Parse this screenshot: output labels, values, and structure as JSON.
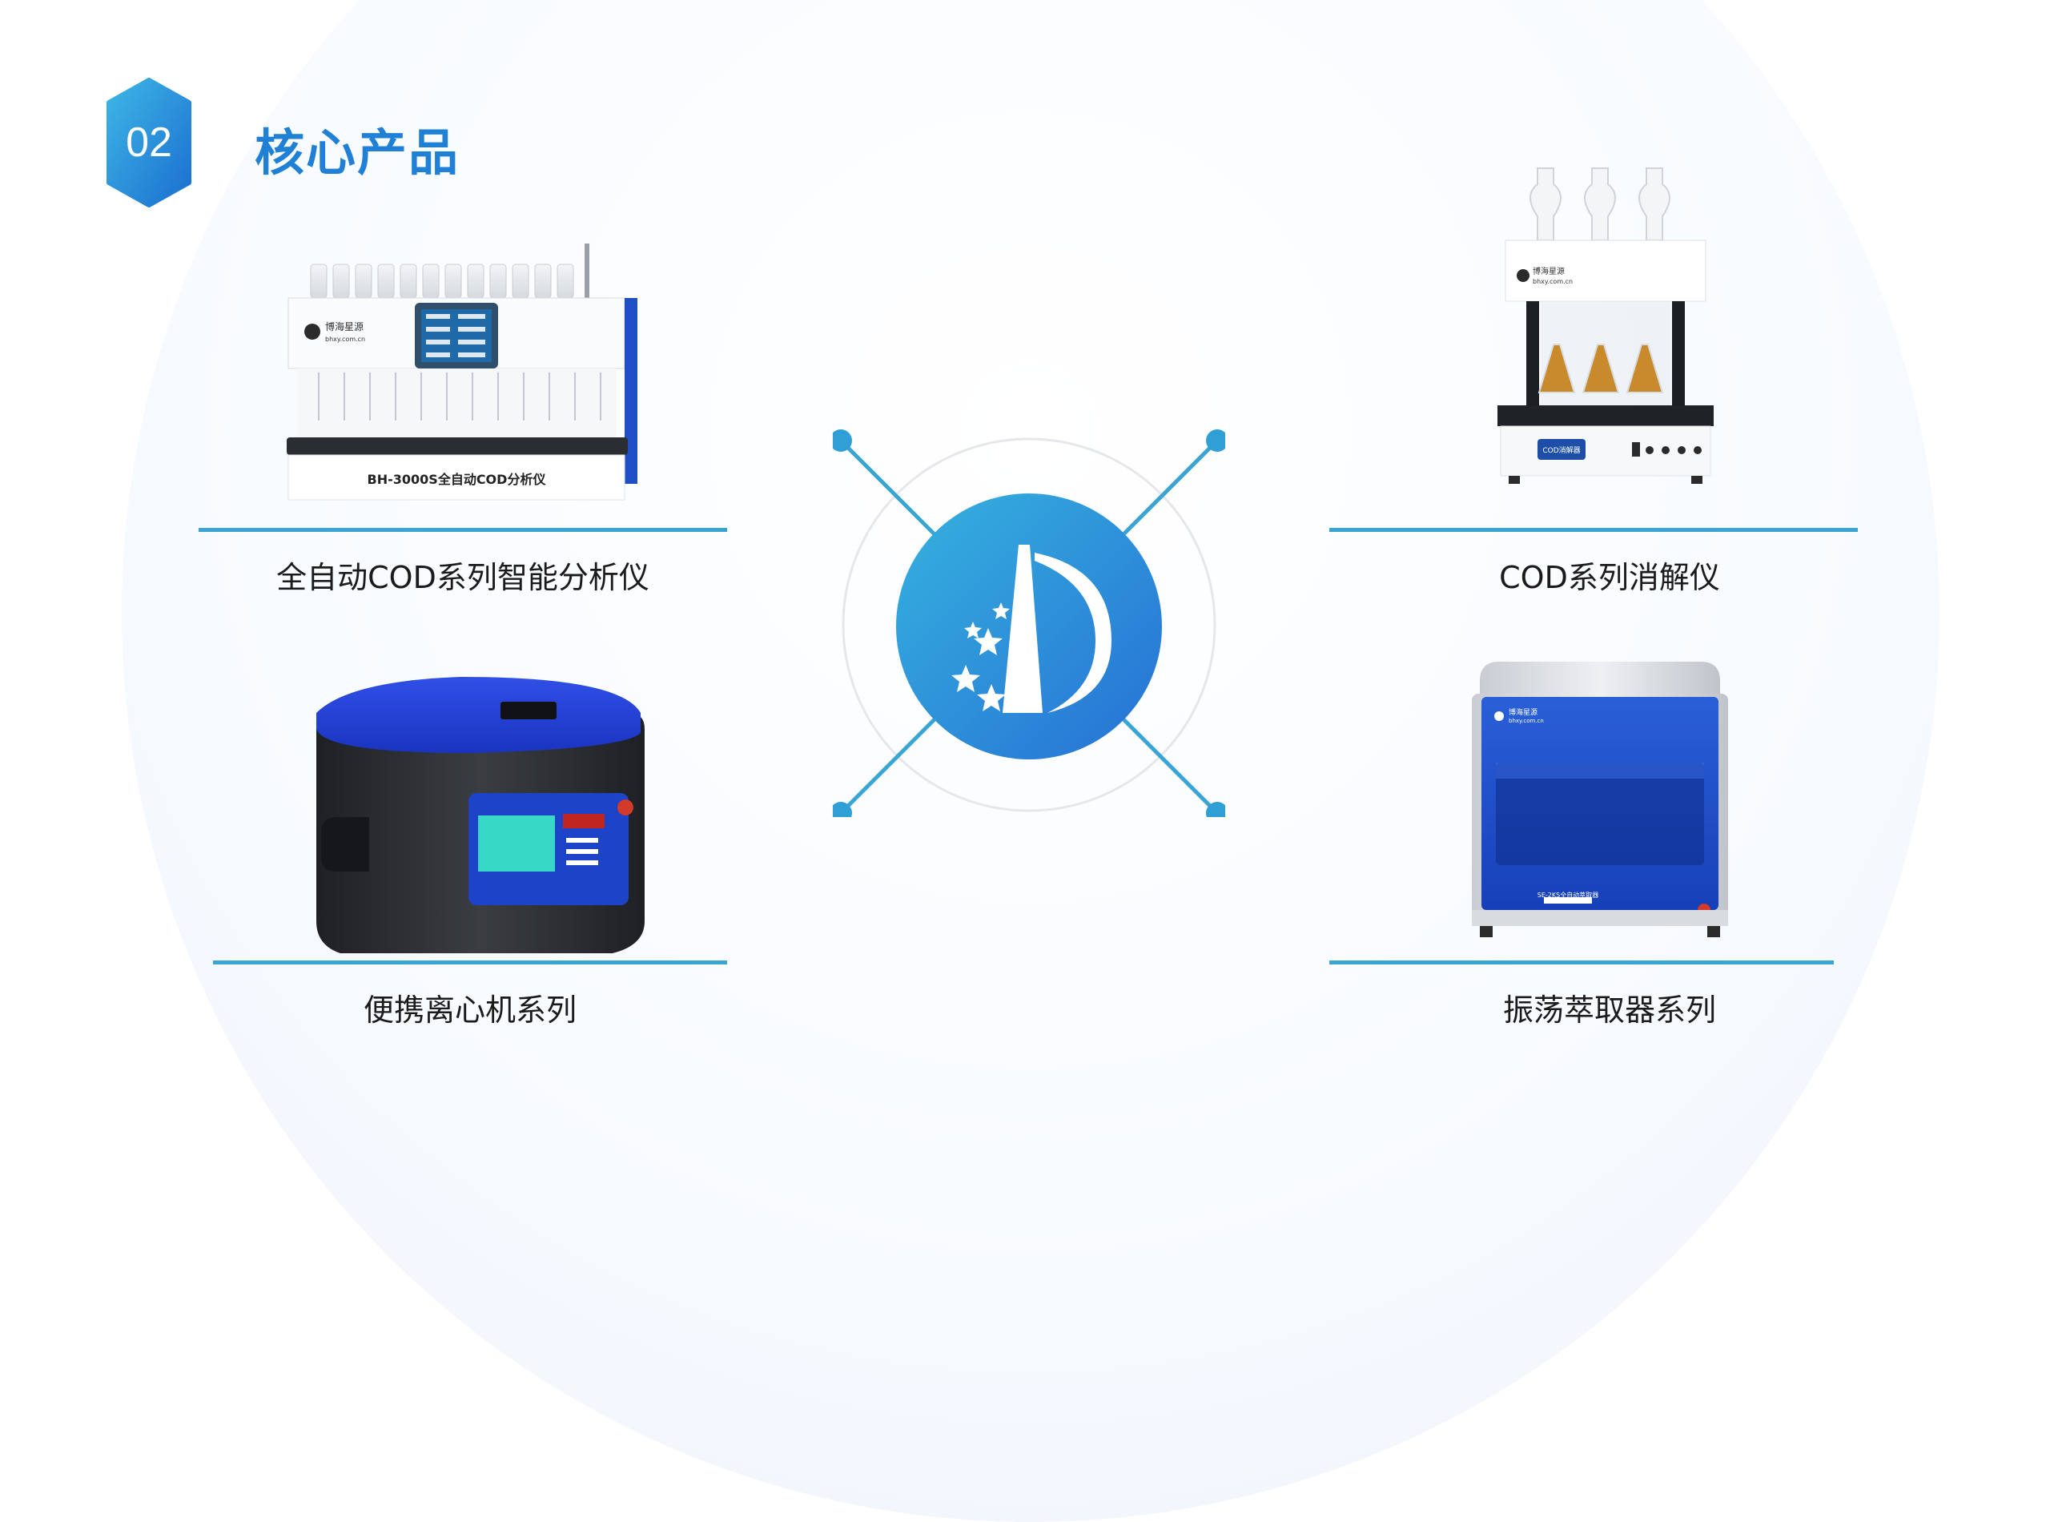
{
  "section": {
    "number": "02",
    "title": "核心产品"
  },
  "colors": {
    "brand_blue": "#1f80d6",
    "rule_cyan": "#3aa4d2",
    "hub_blue": "#2b8ed8"
  },
  "products": [
    {
      "label": "全自动COD系列智能分析仪",
      "plate_text": "BH-3000S全自动COD分析仪",
      "icon": "cod-analyzer-image"
    },
    {
      "label": "COD系列消解仪",
      "plate_text": "COD消解器",
      "icon": "cod-digester-image"
    },
    {
      "label": "便携离心机系列",
      "icon": "portable-centrifuge-image"
    },
    {
      "label": "振荡萃取器系列",
      "plate_text": "SE-2KS全自动萃取器",
      "icon": "shaking-extractor-image"
    }
  ],
  "hub": {
    "icon": "company-logo"
  }
}
